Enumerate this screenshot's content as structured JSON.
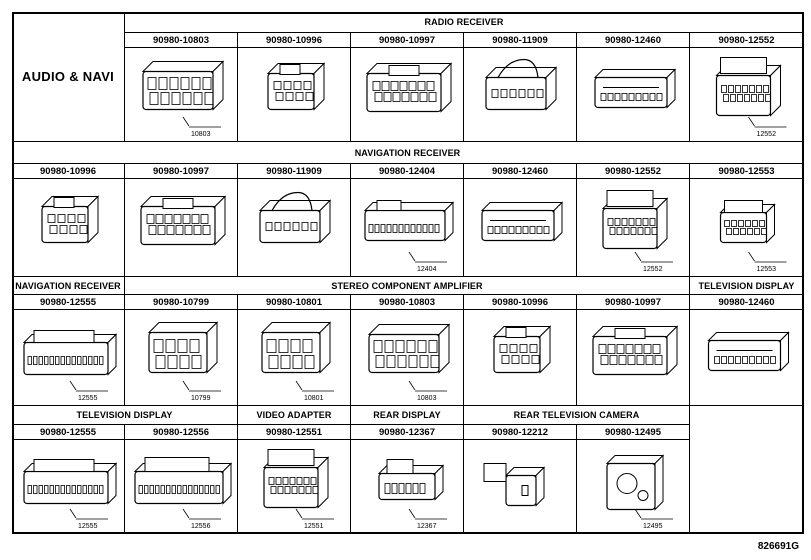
{
  "sheet": {
    "side_label": "AUDIO & NAVI",
    "doc_code": "826691G"
  },
  "rows": [
    {
      "cells": [
        {
          "group": "RADIO RECEIVER",
          "part": "90980-10803",
          "label": "10803",
          "kind": "box12"
        },
        {
          "group": "RADIO RECEIVER",
          "part": "90980-10996",
          "label": "",
          "kind": "small"
        },
        {
          "group": "RADIO RECEIVER",
          "part": "90980-10997",
          "label": "",
          "kind": "wide"
        },
        {
          "group": "RADIO RECEIVER",
          "part": "90980-11909",
          "label": "",
          "kind": "latch"
        },
        {
          "group": "RADIO RECEIVER",
          "part": "90980-12460",
          "label": "",
          "kind": "flat"
        },
        {
          "group": "RADIO RECEIVER",
          "part": "90980-12552",
          "label": "12552",
          "kind": "tall"
        }
      ],
      "headers": [
        {
          "text": "RADIO RECEIVER"
        }
      ]
    },
    {
      "headers": [
        {
          "text": "NAVIGATION RECEIVER"
        }
      ],
      "cells": [
        {
          "part": "90980-10996",
          "label": "",
          "kind": "small"
        },
        {
          "part": "90980-10997",
          "label": "",
          "kind": "wide"
        },
        {
          "part": "90980-11909",
          "label": "",
          "kind": "latch"
        },
        {
          "part": "90980-12404",
          "label": "12404",
          "kind": "long"
        },
        {
          "part": "90980-12460",
          "label": "",
          "kind": "flat"
        },
        {
          "part": "90980-12552",
          "label": "12552",
          "kind": "tall"
        },
        {
          "part": "90980-12553",
          "label": "12553",
          "kind": "smalltall"
        }
      ]
    },
    {
      "headers": [
        {
          "text": "NAVIGATION RECEIVER"
        },
        {
          "text": "STEREO COMPONENT AMPLIFIER"
        },
        {
          "text": "TELEVISION DISPLAY"
        }
      ],
      "cells": [
        {
          "part": "90980-12555",
          "label": "12555",
          "kind": "bigflat"
        },
        {
          "part": "90980-10799",
          "label": "10799",
          "kind": "box8"
        },
        {
          "part": "90980-10801",
          "label": "10801",
          "kind": "box8"
        },
        {
          "part": "90980-10803",
          "label": "10803",
          "kind": "box12"
        },
        {
          "part": "90980-10996",
          "label": "",
          "kind": "small"
        },
        {
          "part": "90980-10997",
          "label": "",
          "kind": "wide"
        },
        {
          "part": "90980-12460",
          "label": "",
          "kind": "flat"
        }
      ]
    },
    {
      "headers": [
        {
          "text": "TELEVISION DISPLAY"
        },
        {
          "text": "VIDEO ADAPTER"
        },
        {
          "text": "REAR DISPLAY"
        },
        {
          "text": "REAR TELEVISION CAMERA"
        }
      ],
      "cells": [
        {
          "part": "90980-12555",
          "label": "12555",
          "kind": "bigflat"
        },
        {
          "part": "90980-12556",
          "label": "12556",
          "kind": "bigflat2"
        },
        {
          "part": "90980-12551",
          "label": "12551",
          "kind": "tall"
        },
        {
          "part": "90980-12367",
          "label": "12367",
          "kind": "plug"
        },
        {
          "part": "90980-12212",
          "label": "",
          "kind": "camera"
        },
        {
          "part": "90980-12495",
          "label": "12495",
          "kind": "round"
        }
      ]
    }
  ]
}
